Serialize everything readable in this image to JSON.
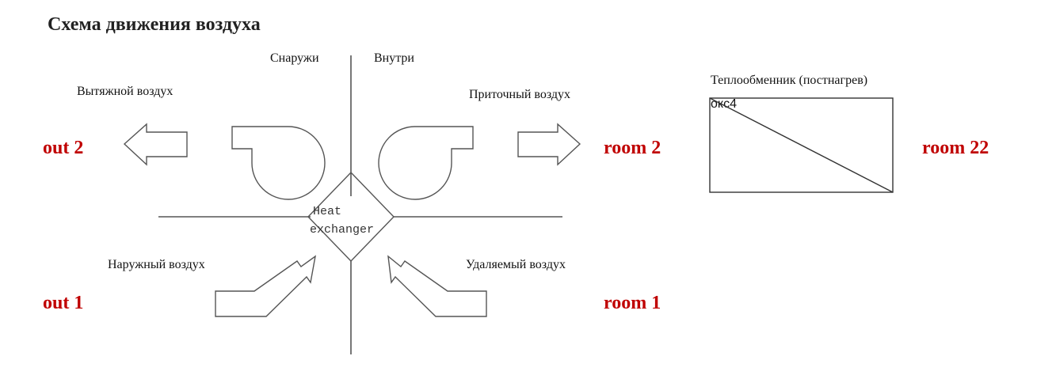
{
  "title": "Схема движения воздуха",
  "labels": {
    "outside": "Снаружи",
    "inside": "Внутри",
    "exhaust_air": "Вытяжной воздух",
    "supply_air": "Приточный воздух",
    "outdoor_air": "Наружный воздух",
    "extract_air": "Удаляемый воздух",
    "heat_exchanger_line1": "Heat",
    "heat_exchanger_line2": "exchanger",
    "post_heater_title": "Теплообменник (постнагрев)",
    "post_heater_id": "окс4"
  },
  "values": {
    "out2": "out 2",
    "out1": "out 1",
    "room2": "room 2",
    "room1": "room 1",
    "room22": "room 22"
  },
  "colors": {
    "value_text": "#c00000",
    "lines": "#555555"
  }
}
